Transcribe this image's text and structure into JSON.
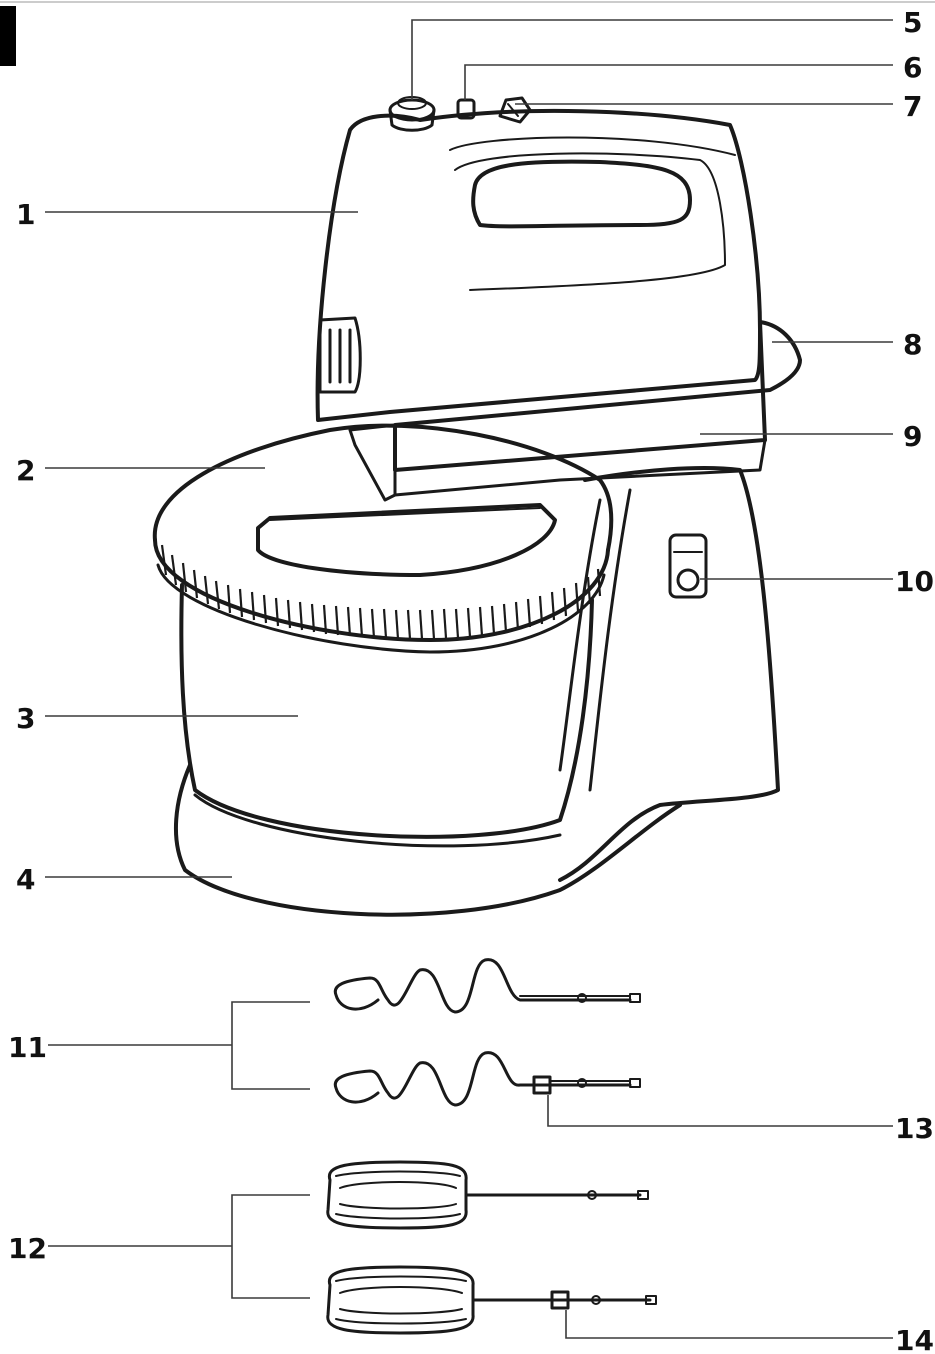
{
  "diagram": {
    "labels": {
      "l1": "1",
      "l2": "2",
      "l3": "3",
      "l4": "4",
      "l5": "5",
      "l6": "6",
      "l7": "7",
      "l8": "8",
      "l9": "9",
      "l10": "10",
      "l11": "11",
      "l12": "12",
      "l13": "13",
      "l14": "14"
    }
  },
  "colors": {
    "line": "#1a1a1a",
    "corner_tab": "#000000",
    "background": "#ffffff"
  }
}
